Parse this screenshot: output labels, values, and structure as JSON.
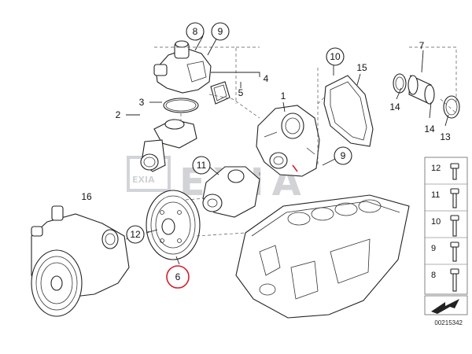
{
  "callouts": {
    "c8": "8",
    "c9": "9",
    "c4": "4",
    "c5": "5",
    "c3": "3",
    "c2": "2",
    "c1": "1",
    "c10": "10",
    "c15": "15",
    "c7": "7",
    "c14a": "14",
    "c14b": "14",
    "c13": "13",
    "c9b": "9",
    "c11": "11",
    "c16": "16",
    "c12": "12",
    "c6": "6"
  },
  "hardware_legend": [
    "12",
    "11",
    "10",
    "9",
    "8"
  ],
  "watermark": "EXIA",
  "diagram_ref": "00215342",
  "colors": {
    "highlight": "#d0202a",
    "line": "#222222",
    "watermark": "#9aa0a8"
  }
}
